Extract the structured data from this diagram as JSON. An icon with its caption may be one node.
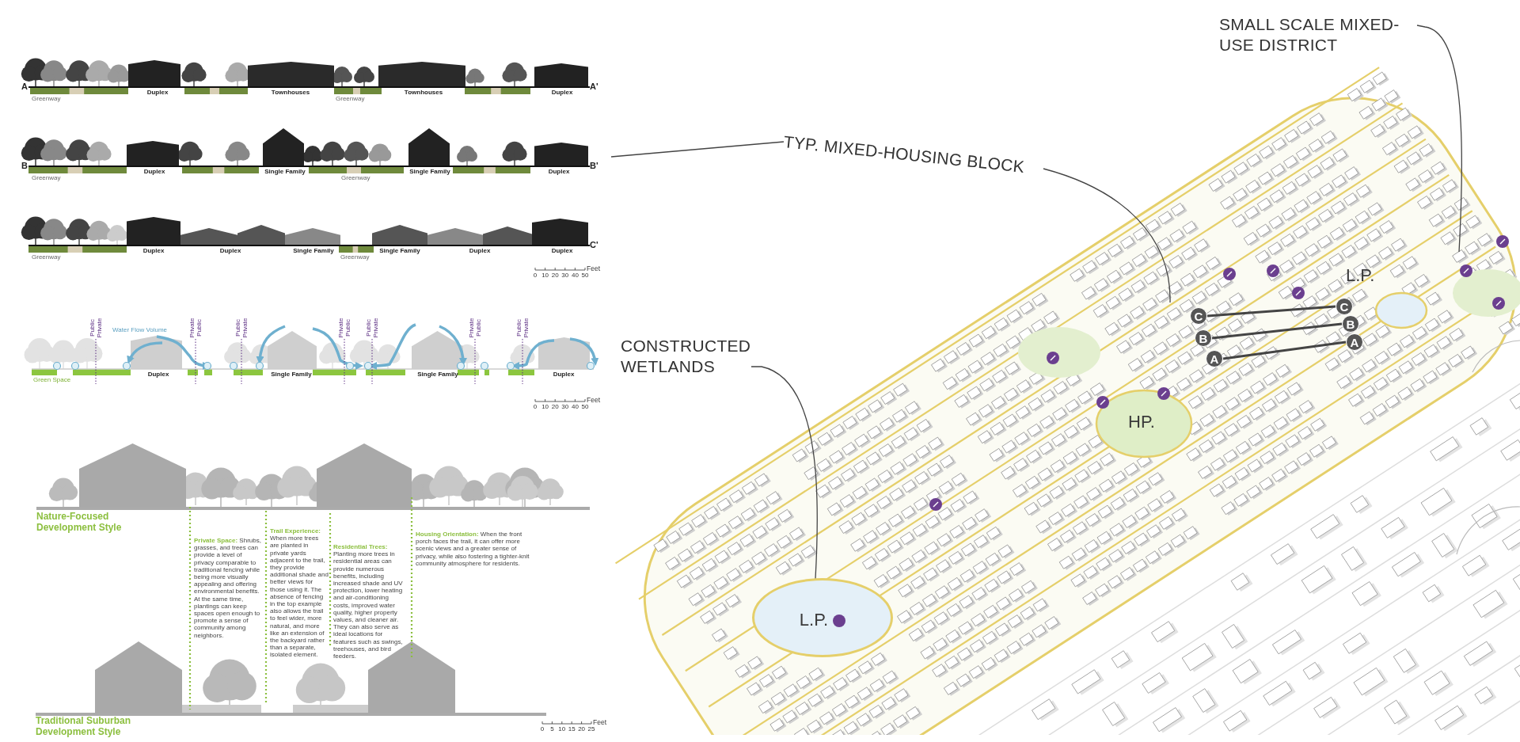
{
  "diagram": {
    "nodes": [
      {
        "text": [
          "SMALL SCALE MIXED-USE DISTRICT"
        ]
      },
      {
        "text": [
          "TYP. MIXED-HOUSING BLOCK"
        ]
      },
      {
        "text": [
          "CONSTRUCTED WETLANDS"
        ]
      },
      {
        "text": [
          "C"
        ]
      },
      {
        "text": [
          "B"
        ]
      },
      {
        "text": [
          "A"
        ]
      },
      {
        "text": [
          "C"
        ]
      },
      {
        "text": [
          "B"
        ]
      },
      {
        "text": [
          "A"
        ]
      },
      {
        "text": [
          "L.P."
        ]
      }
    ],
    "edges": [
      {
        "from": 0,
        "to": null,
        "arrow": "none"
      },
      {
        "from": null,
        "to": 1,
        "arrow": "none"
      },
      {
        "from": 1,
        "to": null,
        "arrow": "none"
      },
      {
        "from": 2,
        "to": 9,
        "arrow": "none"
      },
      {
        "from": 3,
        "to": 6,
        "arrow": "none"
      },
      {
        "from": 4,
        "to": 7,
        "arrow": "none"
      },
      {
        "from": 5,
        "to": 8,
        "arrow": "none"
      }
    ],
    "labels": [
      "A",
      "Duplex",
      "Townhouses",
      "Townhouses",
      "Duplex",
      "A'",
      "Greenway",
      "Greenway",
      "B",
      "Duplex",
      "Single Family",
      "Single Family",
      "Duplex",
      "B'",
      "Greenway",
      "Greenway",
      "Duplex",
      "Duplex",
      "Single Family",
      "Single Family",
      "Duplex",
      "Duplex",
      "C'",
      "Greenway",
      "Greenway",
      "Feet",
      "0",
      "10",
      "20",
      "30",
      "40",
      "50",
      "Public Private",
      "Private Public",
      "Public Private",
      "Private Public",
      "Public Private",
      "Private Public",
      "Public Private",
      "Water Flow Volume",
      "Duplex",
      "Single Family",
      "Single Family",
      "Duplex",
      "Green Space",
      "Feet",
      "0",
      "10",
      "20",
      "30",
      "40",
      "50",
      "Nature-Focused Development Style",
      "**Private Space:** Shrubs, grasses, and trees can provide a level of privacy comparable to traditional fencing while being more visually appealing and offering environmental benefits. At the same time, plantings can keep spaces open enough to promote a sense of community among neighbors.",
      "**Trail Experience:** When more trees are planted in private yards adjacent to the trail, they provide additional shade and better views for those using it. The absence of fencing in the top example also allows the trail to feel wider, more natural, and more like an extension of the backyard rather than a separate, isolated element.",
      "**Residential Trees:** Planting more trees in residential areas can provide numerous benefits, including increased shade and UV protection, lower heating and air-conditioning costs, improved water quality, higher property values, and cleaner air. They can also serve as ideal locations for features such as swings, treehouses, and bird feeders.",
      "**Housing Orientation:** When the front porch faces the trail, it can offer more scenic views and a greater sense of privacy, while also fostering a tighter-knit community atmosphere for residents.",
      "Traditional Suburban Development Style",
      "Feet",
      "0",
      "5",
      "10",
      "15",
      "20",
      "25",
      "L.P.",
      "HP."
    ]
  }
}
